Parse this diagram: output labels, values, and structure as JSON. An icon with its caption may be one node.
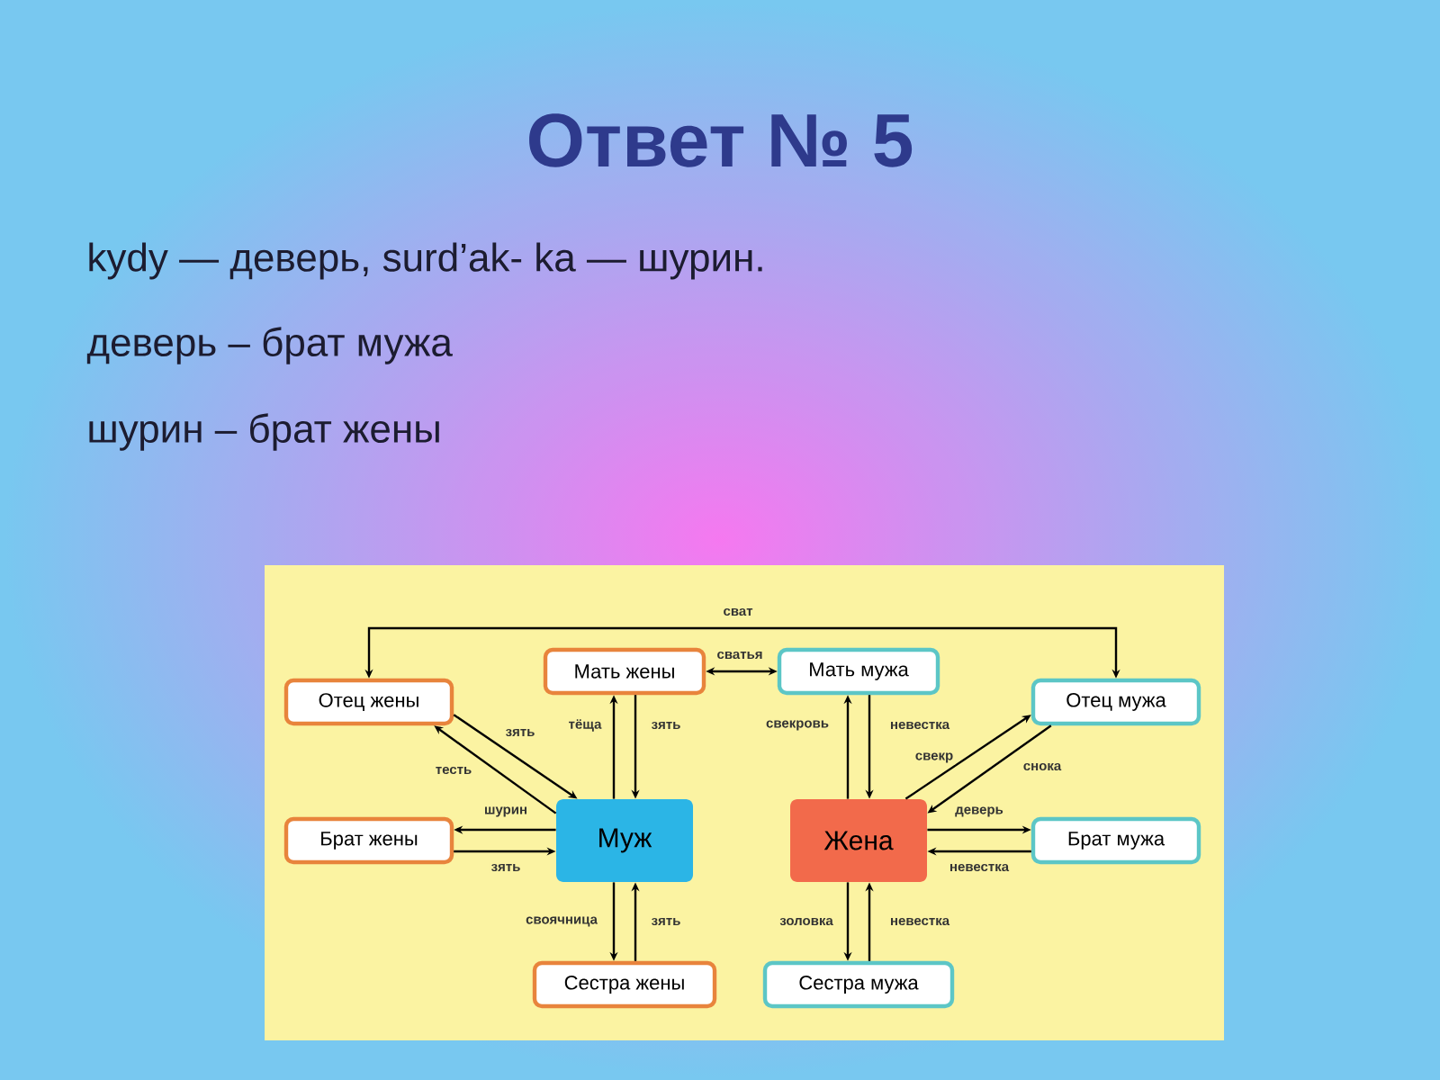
{
  "diagram": {
    "title": "Ответ № 5",
    "nodes": [
      {
        "text": [
          "Отец жены"
        ]
      },
      {
        "text": [
          "Мать жены"
        ]
      },
      {
        "text": [
          "Мать мужа"
        ]
      },
      {
        "text": [
          "Отец мужа"
        ]
      },
      {
        "text": [
          "Брат жены"
        ]
      },
      {
        "text": [
          "Муж"
        ]
      },
      {
        "text": [
          "Жена"
        ]
      },
      {
        "text": [
          "Брат мужа"
        ]
      },
      {
        "text": [
          "Сестра жены"
        ]
      },
      {
        "text": [
          "Сестра мужа"
        ]
      }
    ],
    "edges": [
      {
        "from": 0,
        "to": 3,
        "arrow": "both",
        "label": "сват"
      },
      {
        "from": 1,
        "to": 2,
        "arrow": "both",
        "label": "сватья"
      },
      {
        "from": 0,
        "to": 5,
        "arrow": "to",
        "label": "зять"
      },
      {
        "from": 5,
        "to": 0,
        "arrow": "to",
        "label": "тесть"
      },
      {
        "from": 5,
        "to": 1,
        "arrow": "to",
        "label": "тёща"
      },
      {
        "from": 1,
        "to": 5,
        "arrow": "to",
        "label": "зять"
      },
      {
        "from": 5,
        "to": 4,
        "arrow": "to",
        "label": "шурин"
      },
      {
        "from": 4,
        "to": 5,
        "arrow": "to",
        "label": "зять"
      },
      {
        "from": 5,
        "to": 8,
        "arrow": "to",
        "label": "своячница"
      },
      {
        "from": 8,
        "to": 5,
        "arrow": "to",
        "label": "зять"
      },
      {
        "from": 6,
        "to": 2,
        "arrow": "to",
        "label": "свекровь"
      },
      {
        "from": 2,
        "to": 6,
        "arrow": "to",
        "label": "невестка"
      },
      {
        "from": 6,
        "to": 3,
        "arrow": "to",
        "label": "свекр"
      },
      {
        "from": 3,
        "to": 6,
        "arrow": "to",
        "label": "снока"
      },
      {
        "from": 6,
        "to": 7,
        "arrow": "to",
        "label": "деверь"
      },
      {
        "from": 7,
        "to": 6,
        "arrow": "to",
        "label": "невестка"
      },
      {
        "from": 6,
        "to": 9,
        "arrow": "to",
        "label": "золовка"
      },
      {
        "from": 9,
        "to": 6,
        "arrow": "to",
        "label": "невестка"
      }
    ],
    "labels": [
      "kydy — деверь, surd’ak- ka — шурин.",
      "деверь – брат мужа",
      "шурин – брат жены"
    ]
  }
}
